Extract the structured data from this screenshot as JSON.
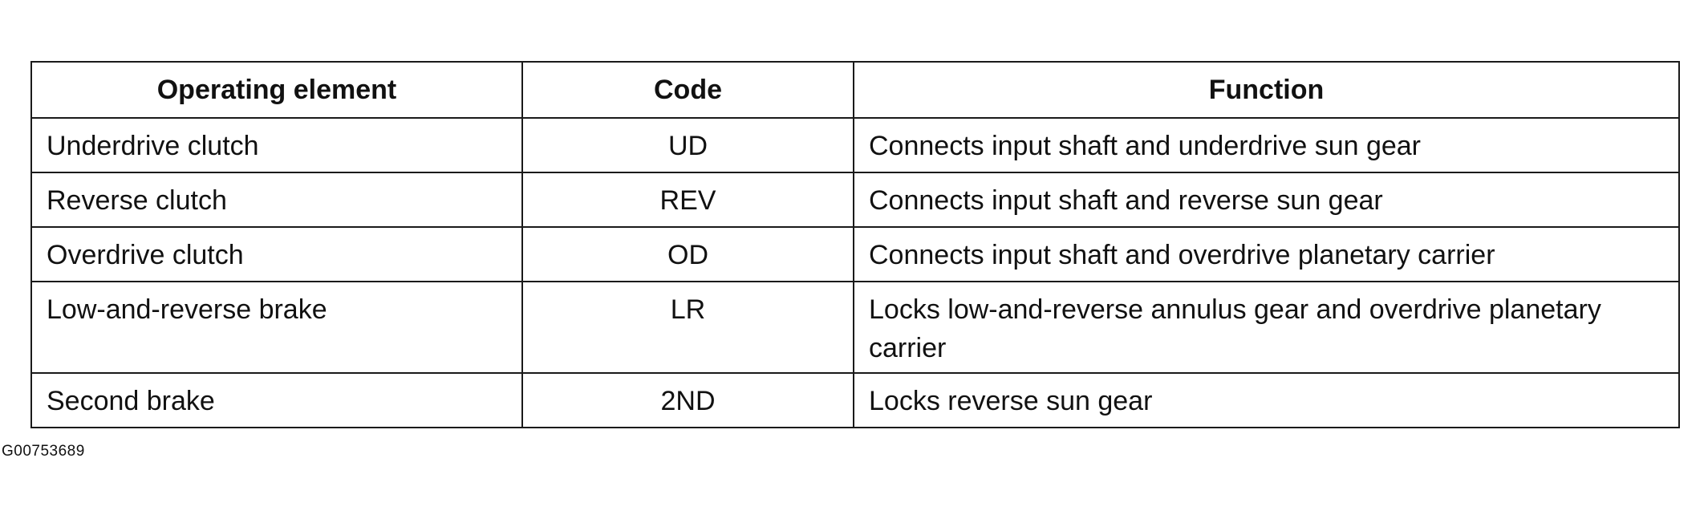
{
  "table": {
    "headers": {
      "element": "Operating element",
      "code": "Code",
      "function": "Function"
    },
    "rows": [
      {
        "element": "Underdrive clutch",
        "code": "UD",
        "function": "Connects input shaft and underdrive sun gear"
      },
      {
        "element": "Reverse clutch",
        "code": "REV",
        "function": "Connects input shaft and reverse sun gear"
      },
      {
        "element": "Overdrive clutch",
        "code": "OD",
        "function": "Connects input shaft and overdrive planetary carrier"
      },
      {
        "element": "Low-and-reverse brake",
        "code": "LR",
        "function": "Locks low-and-reverse annulus gear and overdrive planetary carrier"
      },
      {
        "element": "Second brake",
        "code": "2ND",
        "function": "Locks reverse sun gear"
      }
    ]
  },
  "figure_id": "G00753689"
}
